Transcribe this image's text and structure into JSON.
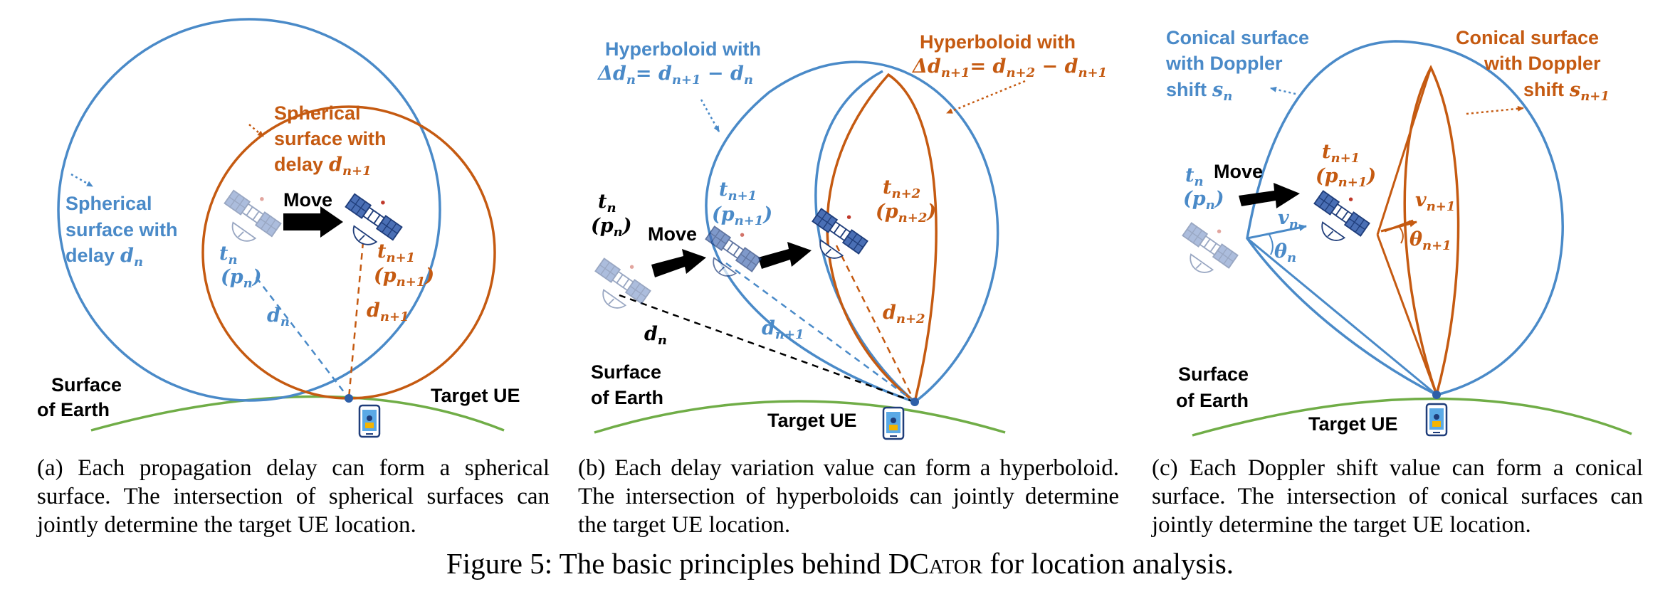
{
  "colors": {
    "blue": "#4a8ac8",
    "orange": "#c55a11",
    "green": "#70ad47",
    "black": "#000000"
  },
  "panel_a": {
    "spherical_blue_1": "Spherical",
    "spherical_blue_2": "surface with",
    "spherical_blue_3": "delay",
    "spherical_orange_1": "Spherical",
    "spherical_orange_2": "surface with",
    "spherical_orange_3": "delay",
    "move": "Move",
    "t": "t",
    "t_sub": "n",
    "p": "(p",
    "p_sub": "n",
    "p_close": ")",
    "t1": "t",
    "t1_sub": "n+1",
    "p1": "(p",
    "p1_sub": "n+1",
    "p1_close": ")",
    "d": "d",
    "d_sub": "n",
    "d1": "d",
    "d1_sub": "n+1",
    "earth_1": "Surface",
    "earth_2": "of Earth",
    "target": "Target UE",
    "caption": "(a) Each propagation delay can form a spherical surface. The intersection of spherical surfaces can jointly determine the target UE location."
  },
  "panel_b": {
    "hyp_blue_1": "Hyperboloid with",
    "hyp_orange_1": "Hyperboloid with",
    "delta_blue": "Δd",
    "delta_blue_sub": "n",
    "delta_blue_eq": "= d",
    "delta_blue_eq_sub": "n+1",
    "delta_blue_minus": " − d",
    "delta_blue_minus_sub": "n",
    "delta_orange": "Δd",
    "delta_orange_sub": "n+1",
    "delta_orange_eq": "= d",
    "delta_orange_eq_sub": "n+2",
    "delta_orange_minus": " − d",
    "delta_orange_minus_sub": "n+1",
    "move": "Move",
    "t": "t",
    "t_sub": "n",
    "p": "(p",
    "p_sub": "n",
    "p_close": ")",
    "t1": "t",
    "t1_sub": "n+1",
    "p1": "(p",
    "p1_sub": "n+1",
    "p1_close": ")",
    "t2": "t",
    "t2_sub": "n+2",
    "p2": "(p",
    "p2_sub": "n+2",
    "p2_close": ")",
    "d": "d",
    "d_sub": "n",
    "d1": "d",
    "d1_sub": "n+1",
    "d2": "d",
    "d2_sub": "n+2",
    "earth_1": "Surface",
    "earth_2": "of Earth",
    "target": "Target UE",
    "caption": "(b) Each delay variation value can form a hyperboloid. The intersection of hyperboloids can jointly determine the target UE location."
  },
  "panel_c": {
    "cone_blue_1": "Conical surface",
    "cone_blue_2": "with Doppler",
    "cone_blue_3": "shift",
    "cone_orange_1": "Conical surface",
    "cone_orange_2": "with Doppler",
    "cone_orange_3": "shift",
    "s": "s",
    "s_sub": "n",
    "s1": "s",
    "s1_sub": "n+1",
    "move": "Move",
    "t": "t",
    "t_sub": "n",
    "p": "(p",
    "p_sub": "n",
    "p_close": ")",
    "t1": "t",
    "t1_sub": "n+1",
    "p1": "(p",
    "p1_sub": "n+1",
    "p1_close": ")",
    "v": "v",
    "v_sub": "n",
    "v1": "v",
    "v1_sub": "n+1",
    "th": "θ",
    "th_sub": "n",
    "th1": "θ",
    "th1_sub": "n+1",
    "earth_1": "Surface",
    "earth_2": "of Earth",
    "target": "Target UE",
    "caption": "(c) Each Doppler shift value can form a conical surface. The intersection of conical surfaces can jointly determine the target UE location."
  },
  "figure_caption_prefix": "Figure 5: The basic principles behind D",
  "figure_caption_sc": "Cator",
  "figure_caption_suffix": " for location analysis."
}
